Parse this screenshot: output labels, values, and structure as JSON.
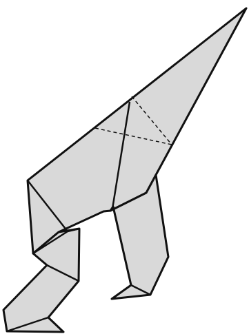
{
  "diagram": {
    "subject": "origami-fold-figure",
    "colors": {
      "background": "#ffffff",
      "paper_fill": "#d9d9d9",
      "outline": "#111111"
    },
    "line_styles": {
      "edge": "solid",
      "fold_guide": "dashed"
    }
  }
}
